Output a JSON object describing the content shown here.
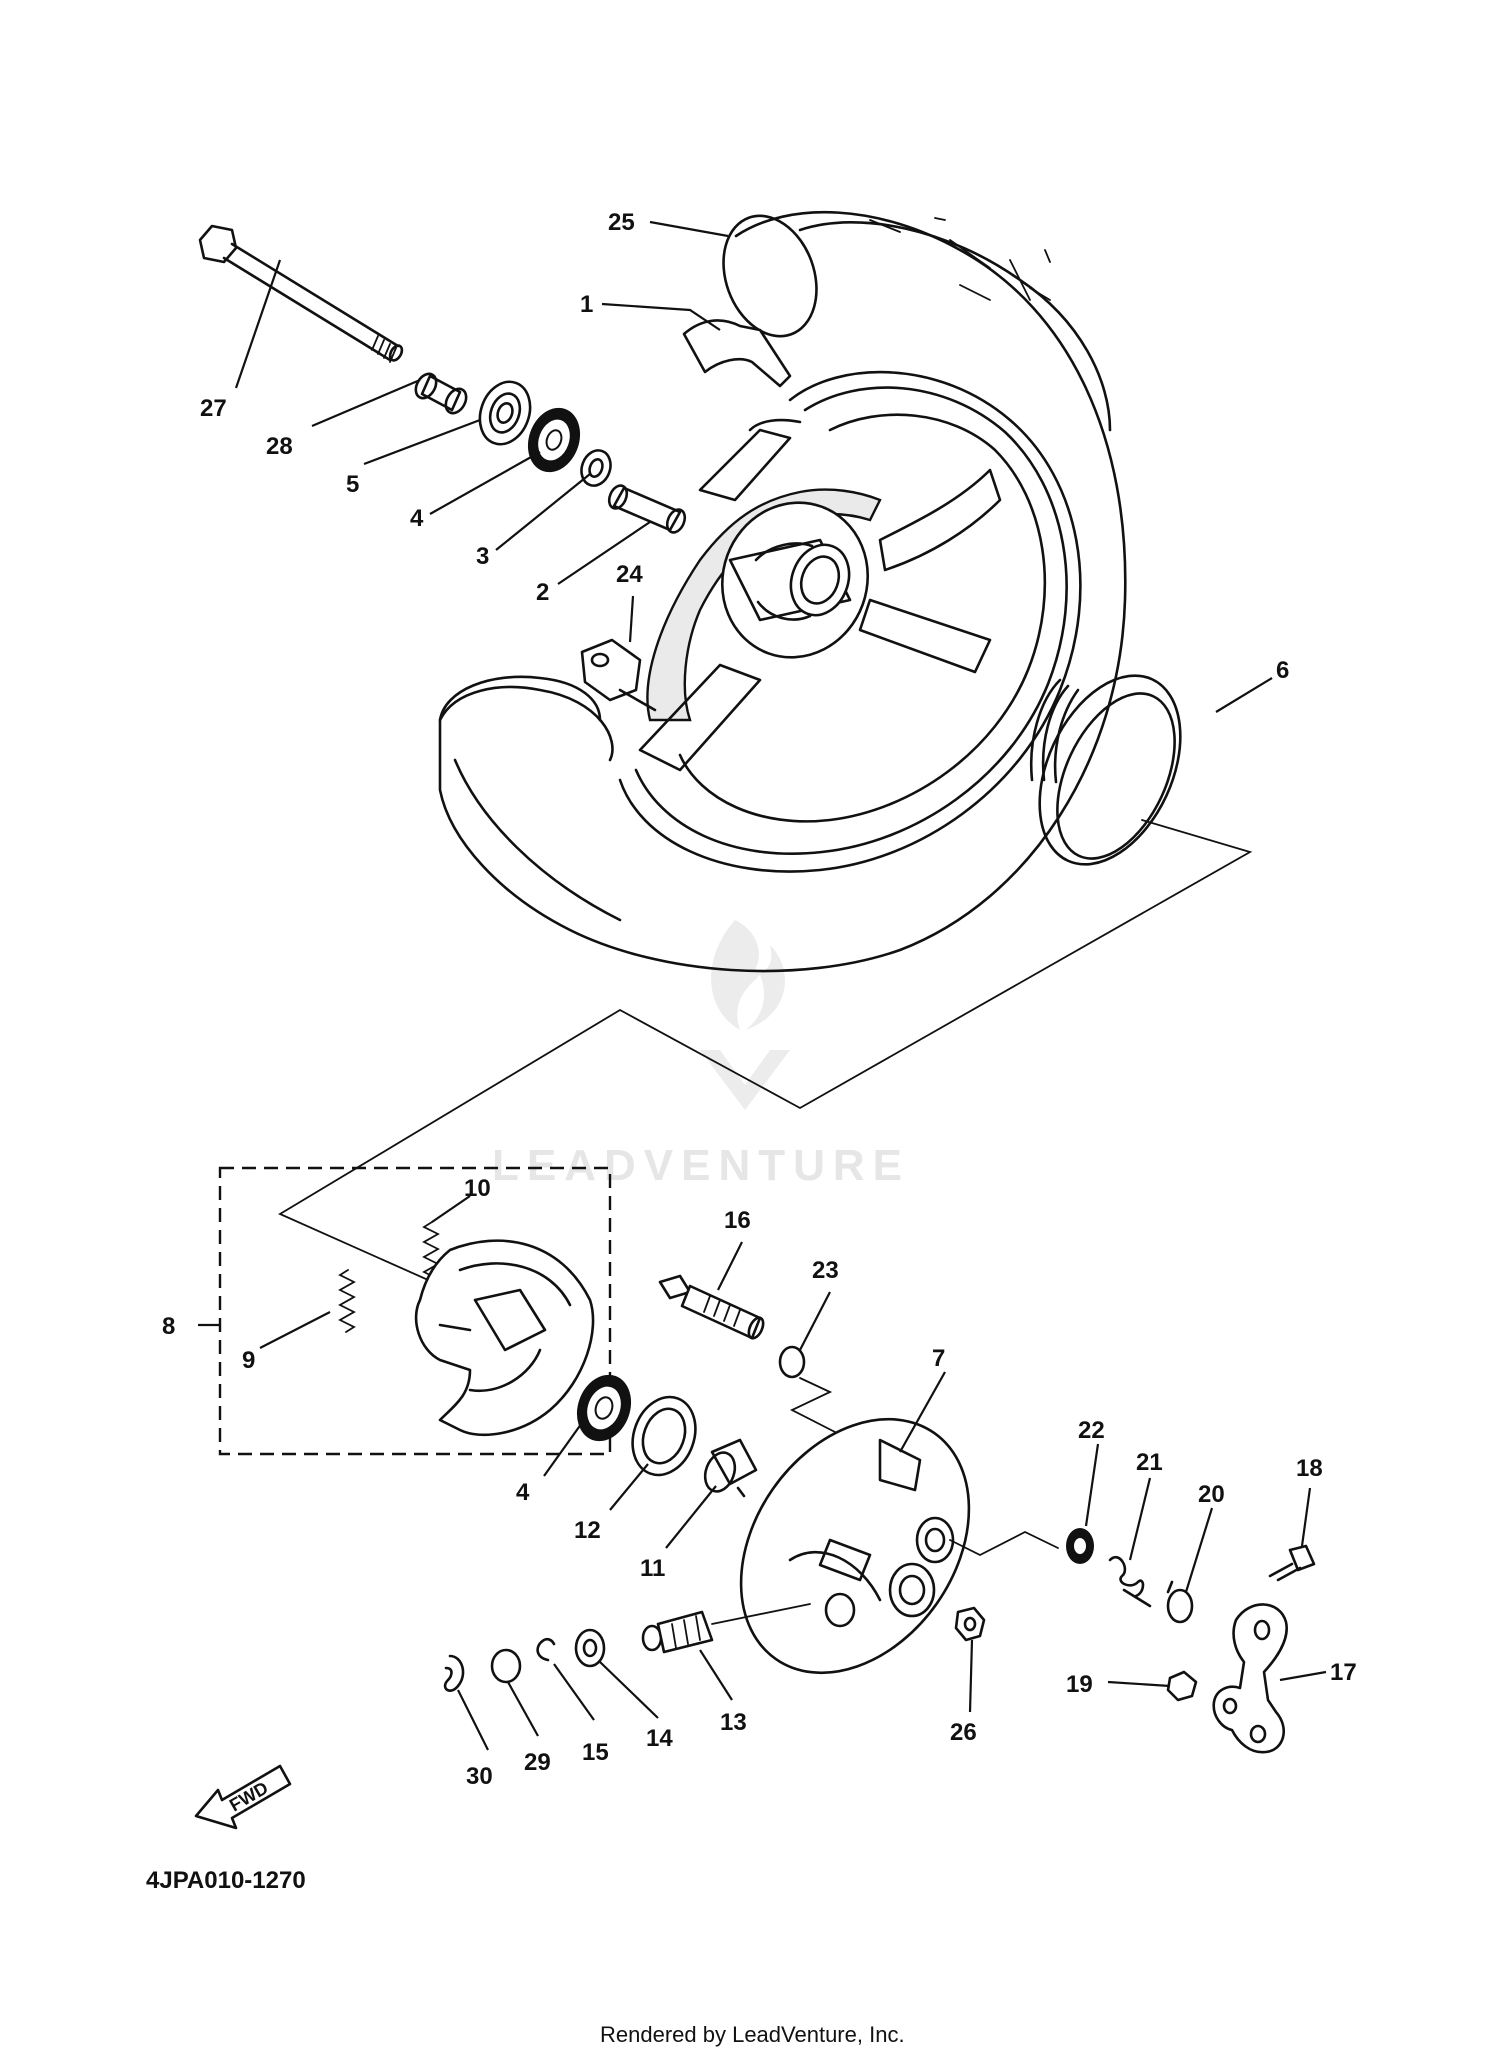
{
  "diagram_code": "4JPA010-1270",
  "footer": "Rendered by LeadVenture, Inc.",
  "watermark": "LEADVENTURE",
  "fwd_label": "FWD",
  "callouts": {
    "c1": "1",
    "c2": "2",
    "c3": "3",
    "c4a": "4",
    "c4b": "4",
    "c5": "5",
    "c6": "6",
    "c7": "7",
    "c8": "8",
    "c9": "9",
    "c10": "10",
    "c11": "11",
    "c12": "12",
    "c13": "13",
    "c14": "14",
    "c15": "15",
    "c16": "16",
    "c17": "17",
    "c18": "18",
    "c19": "19",
    "c20": "20",
    "c21": "21",
    "c22": "22",
    "c23": "23",
    "c24": "24",
    "c25": "25",
    "c26": "26",
    "c27": "27",
    "c28": "28",
    "c29": "29",
    "c30": "30"
  }
}
